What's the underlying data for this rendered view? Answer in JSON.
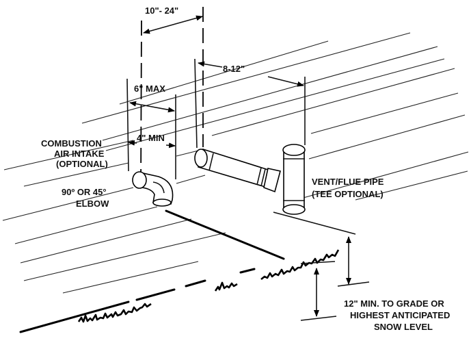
{
  "labels": {
    "dim_top": "10\"- 24\"",
    "dim_right": "8-12\"",
    "dim_max": "6\" MAX",
    "dim_min": "4\" MIN",
    "intake_line1": "COMBUSTION",
    "intake_line2": "AIR INTAKE",
    "intake_line3": "(OPTIONAL)",
    "elbow_line1": "90º OR 45°",
    "elbow_line2": "ELBOW",
    "vent_line1": "VENT/FLUE PIPE",
    "vent_line2": "(TEE OPTIONAL)",
    "grade_line1": "12\" MIN. TO GRADE OR",
    "grade_line2": "HIGHEST ANTICIPATED",
    "grade_line3": "SNOW LEVEL"
  },
  "colors": {
    "ink": "#000000",
    "background": "#ffffff"
  }
}
